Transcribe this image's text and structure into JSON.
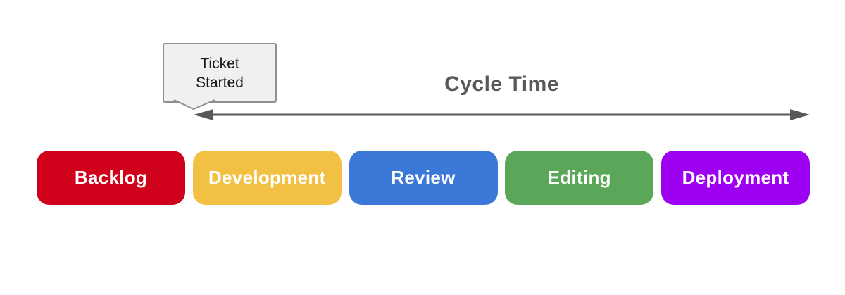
{
  "callout": {
    "line1": "Ticket",
    "line2": "Started",
    "fill_color": "#f0f0f0",
    "border_color": "#8f8f8f"
  },
  "cycle": {
    "label": "Cycle Time",
    "arrow_color": "#58585a"
  },
  "stages": [
    {
      "label": "Backlog",
      "color": "#d0021b"
    },
    {
      "label": "Development",
      "color": "#f2c043"
    },
    {
      "label": "Review",
      "color": "#3c78d8"
    },
    {
      "label": "Editing",
      "color": "#5ba75a"
    },
    {
      "label": "Deployment",
      "color": "#9e00f2"
    }
  ]
}
